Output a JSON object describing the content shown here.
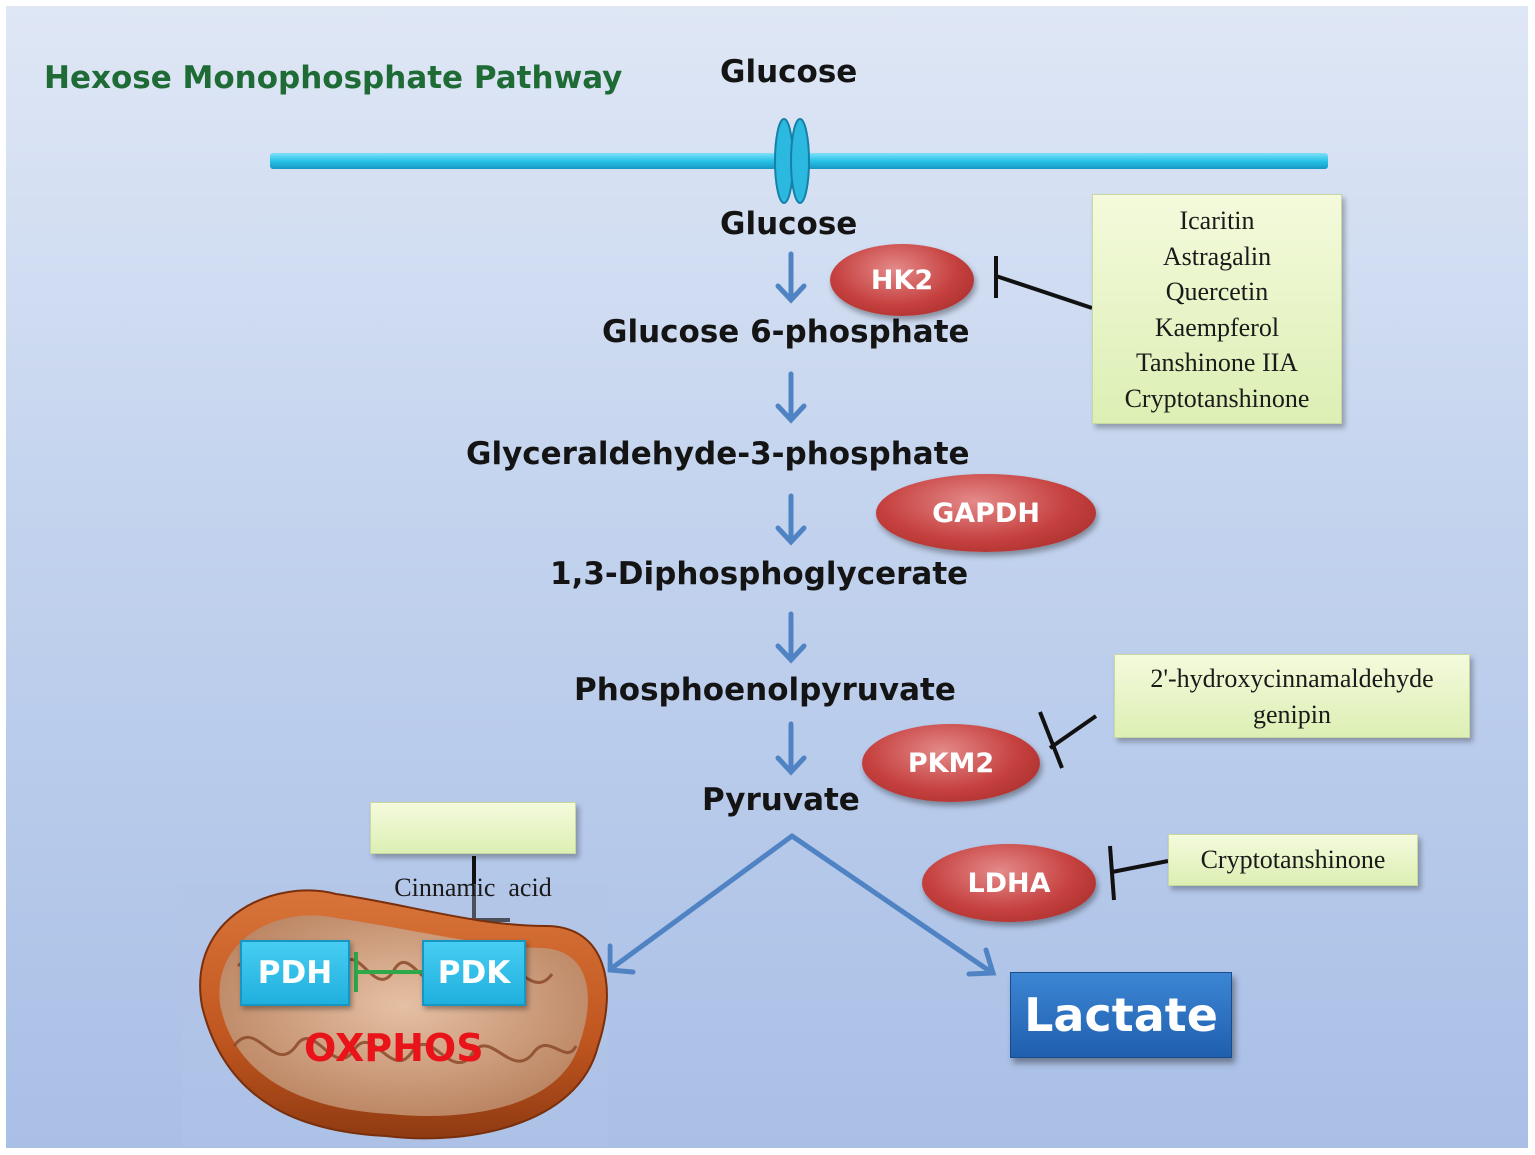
{
  "title": "Hexose Monophosphate Pathway",
  "metabolites": {
    "glucose_outside": "Glucose",
    "glucose_inside": "Glucose",
    "glucose_6_phosphate": "Glucose 6-phosphate",
    "glyceraldehyde_3_phosphate": "Glyceraldehyde-3-phosphate",
    "diphosphoglycerate": "1,3-Diphosphoglycerate",
    "phosphoenolpyruvate": "Phosphoenolpyruvate",
    "pyruvate": "Pyruvate",
    "lactate": "Lactate"
  },
  "enzymes": {
    "hk2": "HK2",
    "gapdh": "GAPDH",
    "pkm2": "PKM2",
    "ldha": "LDHA",
    "pdh": "PDH",
    "pdk": "PDK"
  },
  "inhibitors": {
    "hk2": [
      "Icaritin",
      "Astragalin",
      "Quercetin",
      "Kaempferol",
      "Tanshinone IIA",
      "Cryptotanshinone"
    ],
    "pkm2": [
      "2'-hydroxycinnamaldehyde",
      "genipin"
    ],
    "ldha": [
      "Cryptotanshinone"
    ],
    "pdk": [
      "Cinnamic  acid"
    ]
  },
  "oxphos_label": "OXPHOS",
  "colors": {
    "membrane": "#27c3e8",
    "arrow": "#4f83c3",
    "enzyme": "#c5403e",
    "title_green": "#1e6b35",
    "oxphos_red": "#e8141a",
    "inhibition_green": "#2fa84a"
  }
}
